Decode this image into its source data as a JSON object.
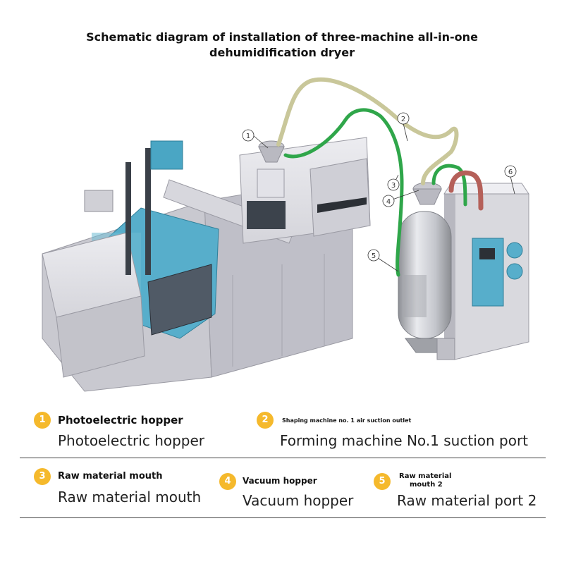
{
  "title": {
    "line1": "Schematic diagram of installation of three-machine all-in-one",
    "line2": "dehumidification dryer"
  },
  "callouts": [
    "1",
    "2",
    "3",
    "4",
    "5",
    "6"
  ],
  "colors": {
    "pipe_beige": "#c9c79a",
    "pipe_green": "#2fa64a",
    "pipe_red": "#b56059",
    "machine_gray": "#d9d9de",
    "machine_blue": "#4aa6c4",
    "badge": "#f5b92c"
  },
  "legend": {
    "items": [
      {
        "num": "1",
        "short": "Photoelectric hopper",
        "long": "Photoelectric hopper"
      },
      {
        "num": "2",
        "short": "Shaping machine no. 1 air suction outlet",
        "long": "Forming machine No.1 suction port"
      },
      {
        "num": "3",
        "short": "Raw material mouth",
        "long": "Raw material mouth"
      },
      {
        "num": "4",
        "short": "Vacuum hopper",
        "long": "Vacuum hopper"
      },
      {
        "num": "5",
        "short_line1": "Raw material",
        "short_line2": "mouth 2",
        "long": "Raw material port 2"
      }
    ]
  }
}
